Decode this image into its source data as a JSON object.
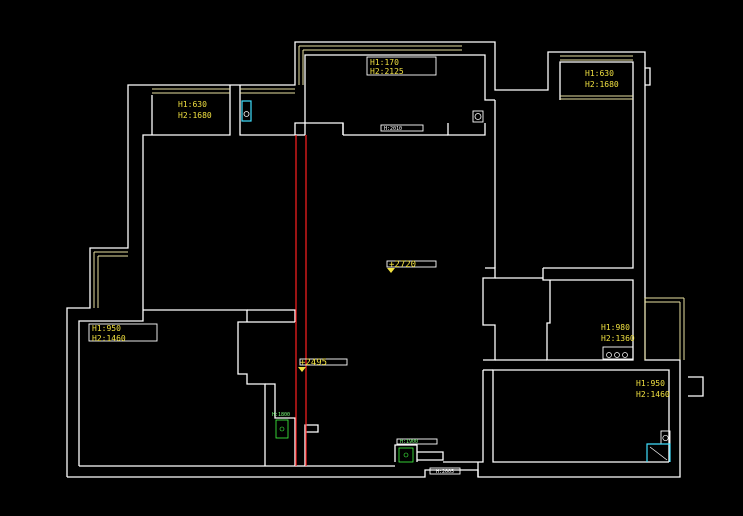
{
  "rooms": [
    {
      "id": "north-center",
      "h1": "H1:170",
      "h2": "H2:2125"
    },
    {
      "id": "north-west",
      "h1": "H1:630",
      "h2": "H2:1680"
    },
    {
      "id": "north-east",
      "h1": "H1:630",
      "h2": "H2:1680"
    },
    {
      "id": "south-west",
      "h1": "H1:950",
      "h2": "H2:1460"
    },
    {
      "id": "east-middle",
      "h1": "H1:980",
      "h2": "H2:1360"
    },
    {
      "id": "south-east",
      "h1": "H1:950",
      "h2": "H2:1460"
    }
  ],
  "levels": {
    "center": "+2720",
    "left": "+2495"
  },
  "small_labels": {
    "corridor_tag": "H:2010",
    "bottom_tag": "H:2005",
    "left_door": "H:1800",
    "bath_tag": "H:1900"
  }
}
